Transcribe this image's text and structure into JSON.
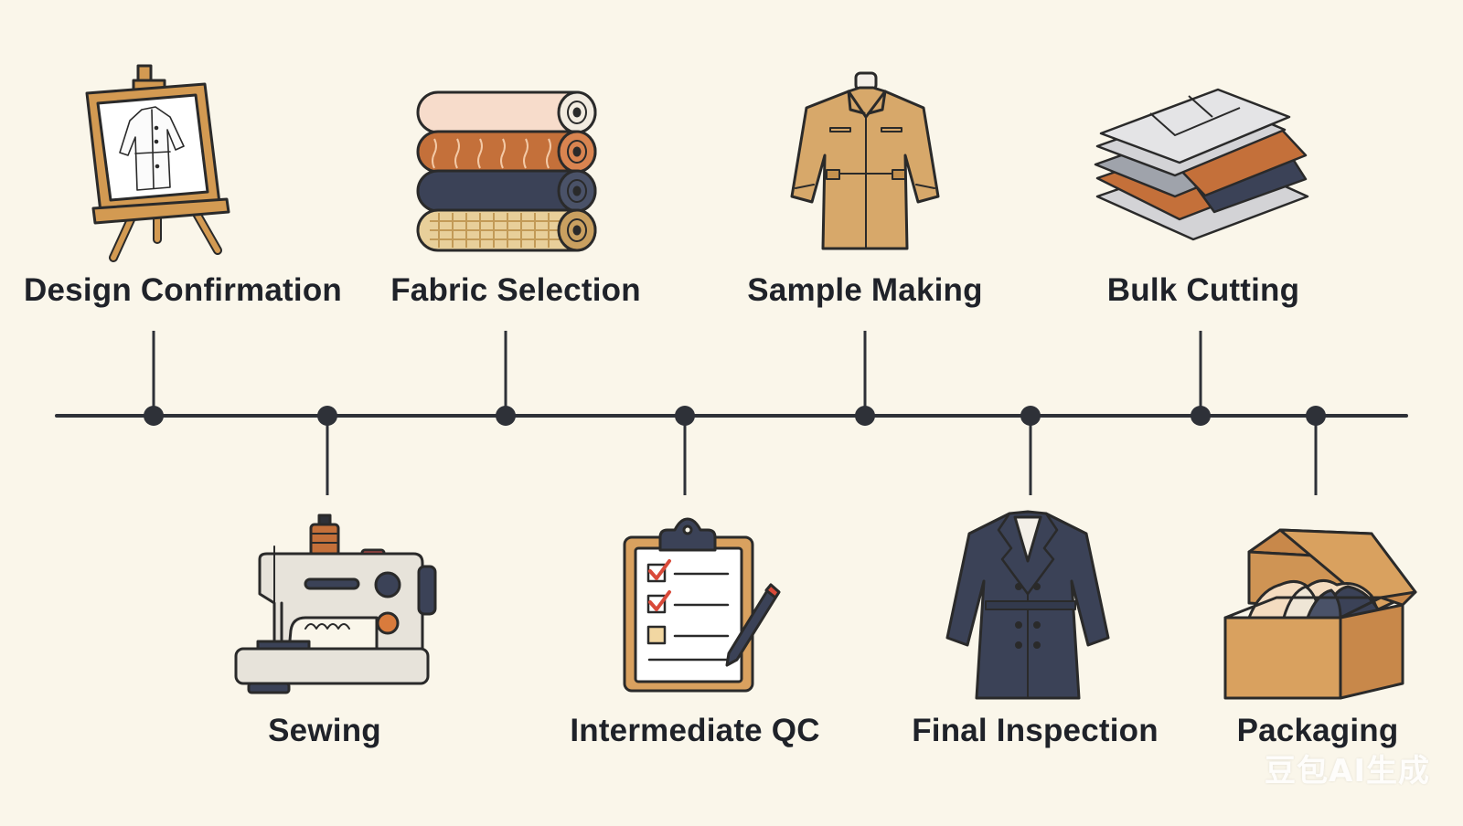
{
  "timeline": {
    "steps": [
      {
        "label": "Design Confirmation",
        "icon": "easel-sketch-icon",
        "side": "top"
      },
      {
        "label": "Sewing",
        "icon": "sewing-machine-icon",
        "side": "bottom"
      },
      {
        "label": "Fabric Selection",
        "icon": "fabric-rolls-icon",
        "side": "top"
      },
      {
        "label": "Intermediate QC",
        "icon": "clipboard-checklist-icon",
        "side": "bottom"
      },
      {
        "label": "Sample Making",
        "icon": "jacket-mannequin-icon",
        "side": "top"
      },
      {
        "label": "Final Inspection",
        "icon": "coat-icon",
        "side": "bottom"
      },
      {
        "label": "Bulk Cutting",
        "icon": "fabric-layers-icon",
        "side": "top"
      },
      {
        "label": "Packaging",
        "icon": "garment-box-icon",
        "side": "bottom"
      }
    ]
  },
  "watermark": "豆包AI生成",
  "colors": {
    "background": "#faf6ea",
    "line": "#2e3138",
    "wood": "#d39a52",
    "copper": "#c4703a",
    "navy": "#3b4257",
    "tan": "#d7a86a",
    "cardboard": "#d9a15f"
  }
}
